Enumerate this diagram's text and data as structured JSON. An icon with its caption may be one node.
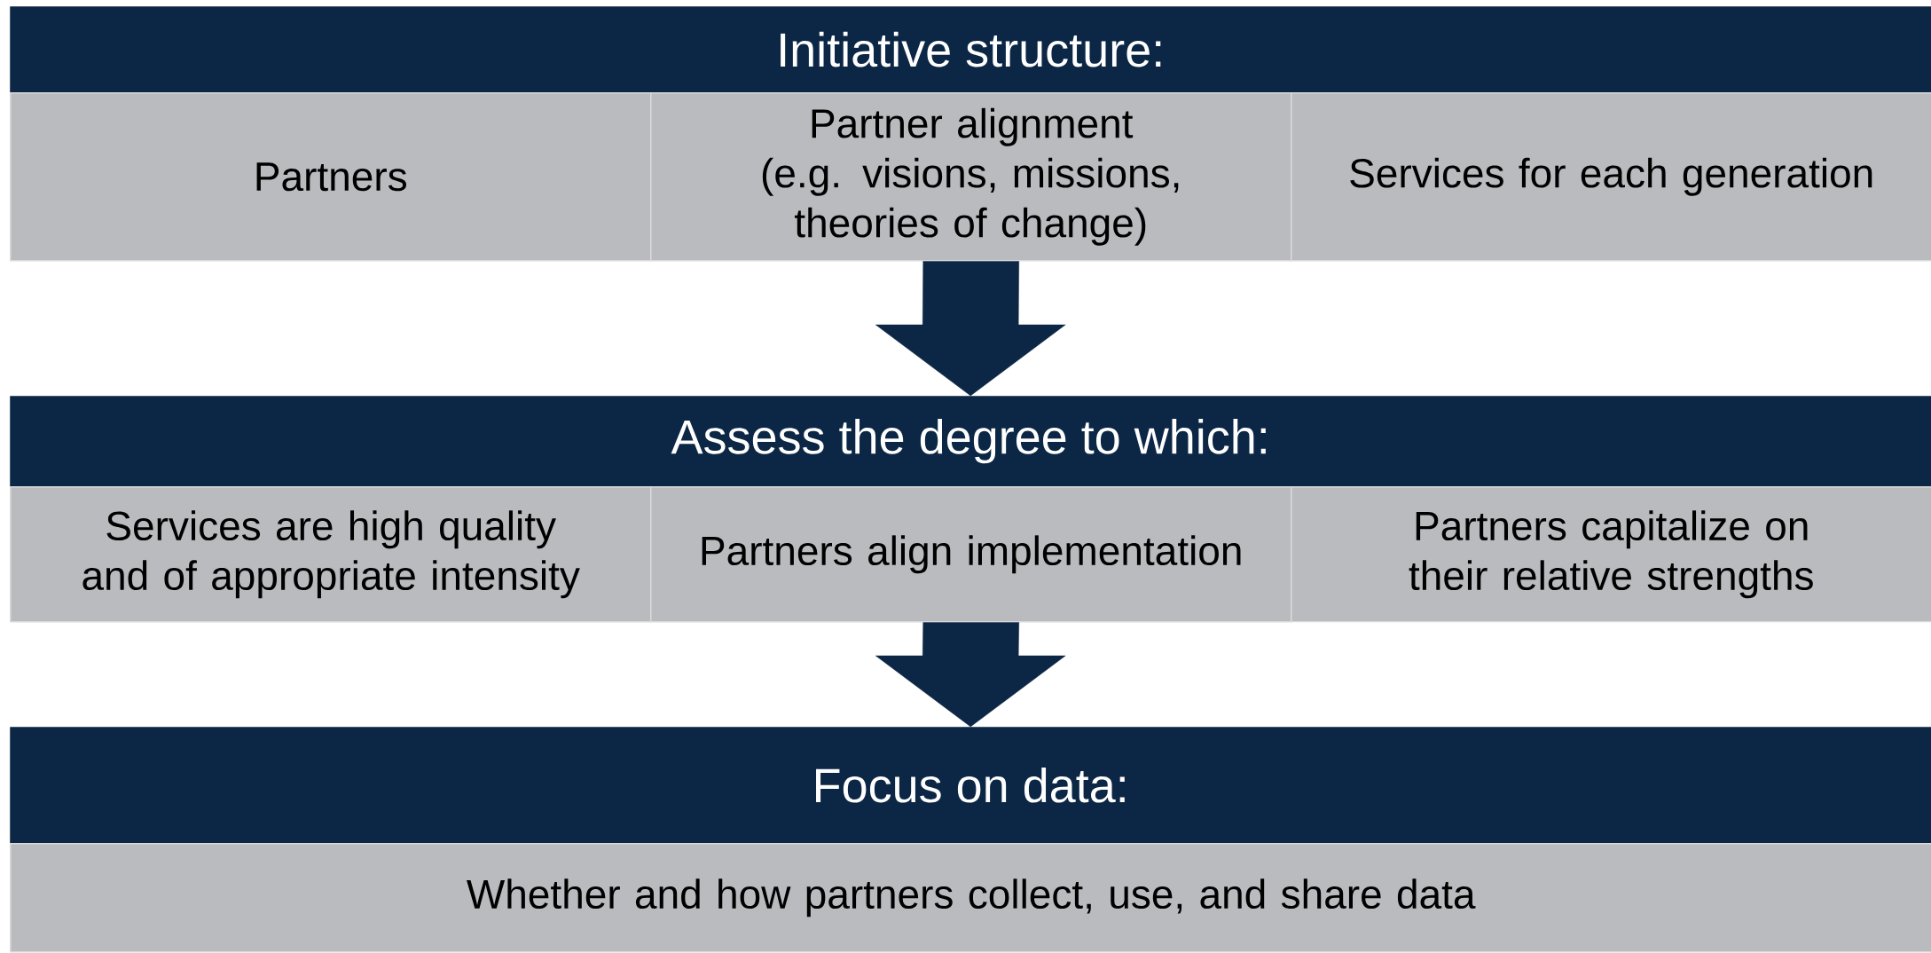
{
  "diagram": {
    "nodes": [
      {
        "text": [
          "Initiative structure:"
        ]
      },
      {
        "text": [
          "Partners"
        ]
      },
      {
        "text": [
          "Partner alignment (e.g. visions, missions, theories of change)"
        ]
      },
      {
        "text": [
          "Services for each generation"
        ]
      },
      {
        "text": [
          "Assess the degree to which:"
        ]
      },
      {
        "text": [
          "Services are high quality and of appropriate intensity"
        ]
      },
      {
        "text": [
          "Partners align implementation"
        ]
      },
      {
        "text": [
          "Partners capitalize on their relative strengths"
        ]
      },
      {
        "text": [
          "Focus on data:"
        ]
      },
      {
        "text": [
          "Whether and how partners collect, use, and share data"
        ]
      }
    ],
    "edges": [
      {
        "from": 2,
        "to": 4,
        "arrow": "to"
      },
      {
        "from": 6,
        "to": 8,
        "arrow": "to"
      }
    ]
  }
}
